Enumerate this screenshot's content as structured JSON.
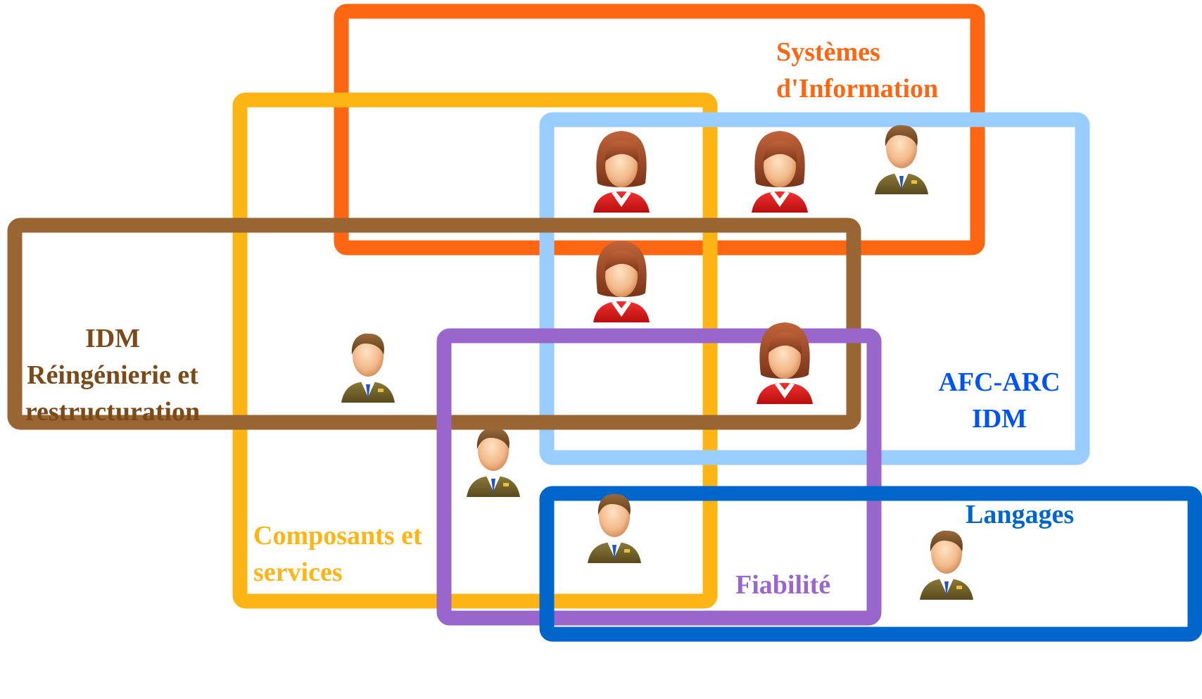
{
  "groups": [
    {
      "id": "si",
      "lines": [
        "Systèmes",
        "d'Information"
      ],
      "color": "#FF6611"
    },
    {
      "id": "cs",
      "lines": [
        "Composants et",
        "services"
      ],
      "color": "#FDB515"
    },
    {
      "id": "afc",
      "lines": [
        "AFC-ARC",
        "IDM"
      ],
      "color": "#99CCFF",
      "text_color": "#0055EE"
    },
    {
      "id": "idm",
      "lines": [
        "IDM",
        "Réingénierie et",
        "restructuration"
      ],
      "color": "#996633",
      "text_color": "#7A4A1A"
    },
    {
      "id": "fiab",
      "lines": [
        "Fiabilité"
      ],
      "color": "#9966CC"
    },
    {
      "id": "lang",
      "lines": [
        "Langages"
      ],
      "color": "#0066CC"
    }
  ],
  "people": [
    {
      "type": "woman"
    },
    {
      "type": "woman"
    },
    {
      "type": "man"
    },
    {
      "type": "woman"
    },
    {
      "type": "man"
    },
    {
      "type": "woman"
    },
    {
      "type": "man"
    },
    {
      "type": "man"
    },
    {
      "type": "man"
    }
  ]
}
